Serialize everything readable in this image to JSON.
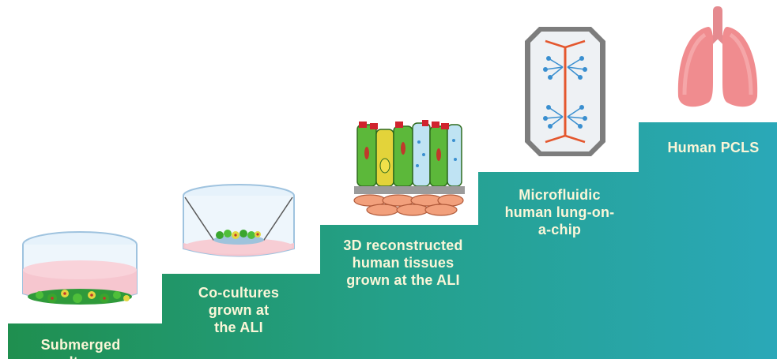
{
  "steps": [
    {
      "label": "Submerged\ncultures",
      "icon": "culture-dish-icon"
    },
    {
      "label": "Co-cultures\ngrown at\nthe ALI",
      "icon": "transwell-insert-icon"
    },
    {
      "label": "3D reconstructed\nhuman tissues\ngrown at the ALI",
      "icon": "tissue-layers-icon"
    },
    {
      "label": "Microfluidic\nhuman lung-on-\na-chip",
      "icon": "lung-chip-icon"
    },
    {
      "label": "Human PCLS",
      "icon": "lungs-icon"
    }
  ],
  "colors": {
    "gradient_start": "#1f8f4f",
    "gradient_end": "#2aa8b8",
    "label_text": "#fbf6d8"
  }
}
